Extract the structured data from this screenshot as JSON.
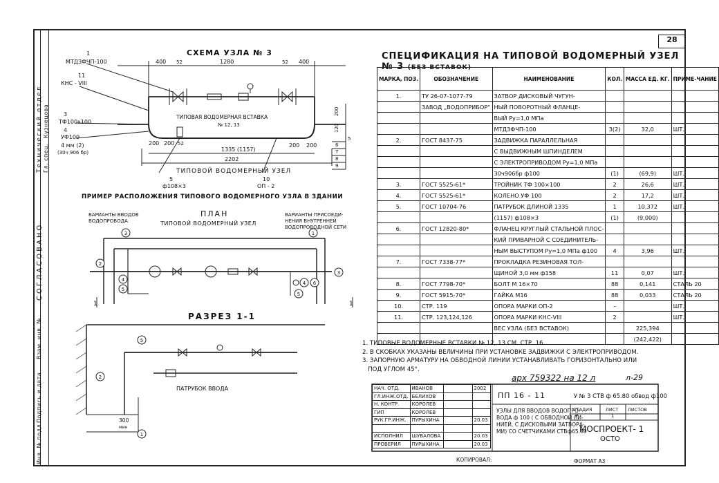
{
  "sheet_number": "28",
  "binding_strip": {
    "department": "Технический отдел",
    "gl_spec": "Гл. спец.",
    "gl_spec_name": "Кузнецова",
    "agreed": "СОГЛАСОВАНО",
    "inv_podl": "Инв. № подл.",
    "podpis_data": "Подпись и дата",
    "vzam_inv": "Взам. инв. №"
  },
  "scheme": {
    "title": "СХЕМА  УЗЛА № 3",
    "label_1": "1",
    "label_1_text": "МТДЗФЧП-100",
    "label_11": "11",
    "label_11_text": "КНС - VIII",
    "label_3": "3",
    "label_3_text": "ТФ100х100",
    "label_4": "4",
    "label_4_text": "УФ100",
    "label_4m": "4 мм (2)",
    "label_4m_sub": "(30ч 906 бр)",
    "dim_1280": "1280",
    "dim_400a": "400",
    "dim_400b": "400",
    "dim_52a": "52",
    "dim_52b": "52",
    "dim_200a": "200",
    "dim_200b": "200",
    "dim_200c": "200",
    "dim_200d": "200",
    "dim_52c": "52",
    "dim_1335": "1335 (1157)",
    "dim_2202": "2202",
    "dim_5": "5",
    "dim_6": "6",
    "dim_7": "7",
    "dim_8": "8",
    "dim_9": "9",
    "dim_200r": "200",
    "dim_120": "120",
    "insert_label": "ТИПОВАЯ  ВОДОМЕРНАЯ  ВСТАВКА",
    "insert_ref": "№ 12, 13",
    "node_label": "ТИПОВОЙ  ВОДОМЕРНЫЙ  УЗЕЛ",
    "pipe_label": "ф108×3",
    "label_5": "5",
    "label_10": "10",
    "label_op2": "ОП - 2",
    "example_caption": "ПРИМЕР  РАСПОЛОЖЕНИЯ  ТИПОВОГО  ВОДОМЕРНОГО  УЗЛА  В  ЗДАНИИ"
  },
  "plan": {
    "title": "ПЛАН",
    "variants_in": "ВАРИАНТЫ ВВОДОВ",
    "water_main": "ВОДОПРОВОДА",
    "node": "ТИПОВОЙ  ВОДОМЕРНЫЙ  УЗЕЛ",
    "variants_out_1": "ВАРИАНТЫ ПРИСОЕДИ-",
    "variants_out_2": "НЕНИЯ ВНУТРЕННЕЙ",
    "variants_out_3": "ВОДОПРОВОДНОЙ СЕТИ",
    "c1": "1",
    "c2": "2",
    "c3": "3",
    "c4": "4",
    "c5": "5",
    "c6": "6",
    "c2b": "2",
    "c3b": "3",
    "c4b": "4",
    "c5b": "5",
    "c1b": "1",
    "section_mark": "1"
  },
  "section": {
    "title": "РАЗРЕЗ 1-1",
    "branch_label": "ПАТРУБОК  ВВОДА",
    "dim_300": "300",
    "dim_min": "мин",
    "c5": "5",
    "c2": "2",
    "c1": "1"
  },
  "spec": {
    "title": "СПЕЦИФИКАЦИЯ НА ТИПОВОЙ ВОДОМЕРНЫЙ УЗЕЛ № 3",
    "subtitle": "(БЕЗ ВСТАВОК)",
    "headers": [
      "МАРКА, ПОЗ.",
      "ОБОЗНАЧЕНИЕ",
      "НАИМЕНОВАНИЕ",
      "КОЛ.",
      "МАССА ЕД. КГ.",
      "ПРИМЕ-ЧАНИЕ"
    ],
    "rows": [
      [
        "1.",
        "ТУ 26-07-1077-79",
        "ЗАТВОР ДИСКОВЫЙ ЧУГУН-",
        "",
        "",
        ""
      ],
      [
        "",
        "ЗАВОД „ВОДОПРИБОР“",
        "НЫЙ ПОВОРОТНЫЙ ФЛАНЦЕ-",
        "",
        "",
        ""
      ],
      [
        "",
        "",
        "ВЫЙ Ру=1,0 МПа",
        "",
        "",
        ""
      ],
      [
        "",
        "",
        "МТДЗФЧП-100",
        "3(2)",
        "32,0",
        "ШТ."
      ],
      [
        "2.",
        "ГОСТ 8437-75",
        "ЗАДВИЖКА ПАРАЛЛЕЛЬНАЯ",
        "",
        "",
        ""
      ],
      [
        "",
        "",
        "С ВЫДВИЖНЫМ ШПИНДЕЛЕМ",
        "",
        "",
        ""
      ],
      [
        "",
        "",
        "С ЭЛЕКТРОПРИВОДОМ Ру=1,0 МПа",
        "",
        "",
        ""
      ],
      [
        "",
        "",
        "30ч906бр        ф100",
        "(1)",
        "(69,9)",
        "ШТ."
      ],
      [
        "3.",
        "ГОСТ 5525-61*",
        "ТРОЙНИК ТФ 100×100",
        "2",
        "26,6",
        "ШТ."
      ],
      [
        "4.",
        "ГОСТ 5525-61*",
        "КОЛЕНО УФ 100",
        "2",
        "17,2",
        "ШТ."
      ],
      [
        "5.",
        "ГОСТ 10704-76",
        "ПАТРУБОК ДЛИНОЙ 1335",
        "1",
        "10,372",
        "ШТ."
      ],
      [
        "",
        "",
        "(1157)          ф108×3",
        "(1)",
        "(9,000)",
        ""
      ],
      [
        "6.",
        "ГОСТ 12820-80*",
        "ФЛАНЕЦ КРУГЛЫЙ СТАЛЬНОЙ ПЛОС-",
        "",
        "",
        ""
      ],
      [
        "",
        "",
        "КИЙ ПРИВАРНОЙ С СОЕДИНИТЕЛЬ-",
        "",
        "",
        ""
      ],
      [
        "",
        "",
        "НЫМ ВЫСТУПОМ Ру=1,0 МПа ф100",
        "4",
        "3,96",
        "ШТ."
      ],
      [
        "7.",
        "ГОСТ 7338-77*",
        "ПРОКЛАДКА РЕЗИНОВАЯ ТОЛ-",
        "",
        "",
        ""
      ],
      [
        "",
        "",
        "ЩИНОЙ 3,0 мм     ф158",
        "11",
        "0,07",
        "ШТ."
      ],
      [
        "8.",
        "ГОСТ 7798-70*",
        "БОЛТ М 16×70",
        "88",
        "0,141",
        "СТАЛЬ 20"
      ],
      [
        "9.",
        "ГОСТ 5915-70*",
        "ГАЙКА М16",
        "88",
        "0,033",
        "СТАЛЬ 20"
      ],
      [
        "10.",
        "СТР. 119",
        "ОПОРА МАРКИ ОП-2",
        "–",
        "",
        "ШТ."
      ],
      [
        "11.",
        "СТР. 123,124,126",
        "ОПОРА МАРКИ КНС-VIII",
        "2",
        "",
        "ШТ."
      ],
      [
        "",
        "",
        "ВЕС УЗЛА (БЕЗ ВСТАВОК)",
        "",
        "225,394",
        ""
      ],
      [
        "",
        "",
        "",
        "",
        "(242,422)",
        ""
      ]
    ]
  },
  "notes": [
    "1. ТИПОВЫЕ ВОДОМЕРНЫЕ ВСТАВКИ № 12, 13 СМ. СТР. 16",
    "2. В СКОБКАХ УКАЗАНЫ ВЕЛИЧИНЫ ПРИ УСТАНОВКЕ ЗАДВИЖКИ С ЭЛЕКТРОПРИВОДОМ.",
    "3. ЗАПОРНУЮ АРМАТУРУ НА ОБВОДНОЙ ЛИНИИ УСТАНАВЛИВАТЬ ГОРИЗОНТАЛЬНО  ИЛИ",
    "   ПОД УГЛОМ 45°."
  ],
  "archive_no": "арх 759322 на 12 л",
  "sheet_ref": "л-29",
  "title_block": {
    "staff": [
      [
        "НАЧ. ОТД.",
        "ИВАНОВ",
        "",
        "2002"
      ],
      [
        "ГЛ.ИНЖ.ОТД.",
        "БЕЛИХОВ",
        "",
        ""
      ],
      [
        "Н. КОНТР.",
        "КОРОЛЕВ",
        "",
        ""
      ],
      [
        "ГИП",
        "КОРОЛЕВ",
        "",
        ""
      ],
      [
        "РУК.ГР.ИНЖ.",
        "ПУРЫХИНА",
        "",
        "20.03"
      ],
      [
        "",
        "",
        "",
        ""
      ],
      [
        "ИСПОЛНИЛ",
        "ШУВАЛОВА",
        "",
        "20.03"
      ],
      [
        "ПРОВЕРИЛ",
        "ПУРЫХИНА",
        "",
        "20.03"
      ]
    ],
    "project_code": "ПП 16 - 11",
    "node_code": "У № 3 СТВ ф 65.80 обвод ф100",
    "title_lines": [
      "УЗЛЫ ДЛЯ ВВОДОВ ВОДОПРО-",
      "ВОДА ф 100 ( С ОБВОДНОЙ ЛИ-",
      "НИЕЙ, С ДИСКОВЫМИ ЗАТВОРА-",
      "МИ) СО СЧЕТЧИКАМИ СТВф65.80"
    ],
    "stage_label": "СТАДИЯ",
    "sheet_label": "ЛИСТ",
    "sheets_label": "ЛИСТОВ",
    "stage": "Р",
    "sheet": "1",
    "org": "МОСПРОЕКТ- 1",
    "org_sub": "ОСТО",
    "copied": "КОПИРОВАЛ:",
    "format": "ФОРМАТ  А3"
  }
}
